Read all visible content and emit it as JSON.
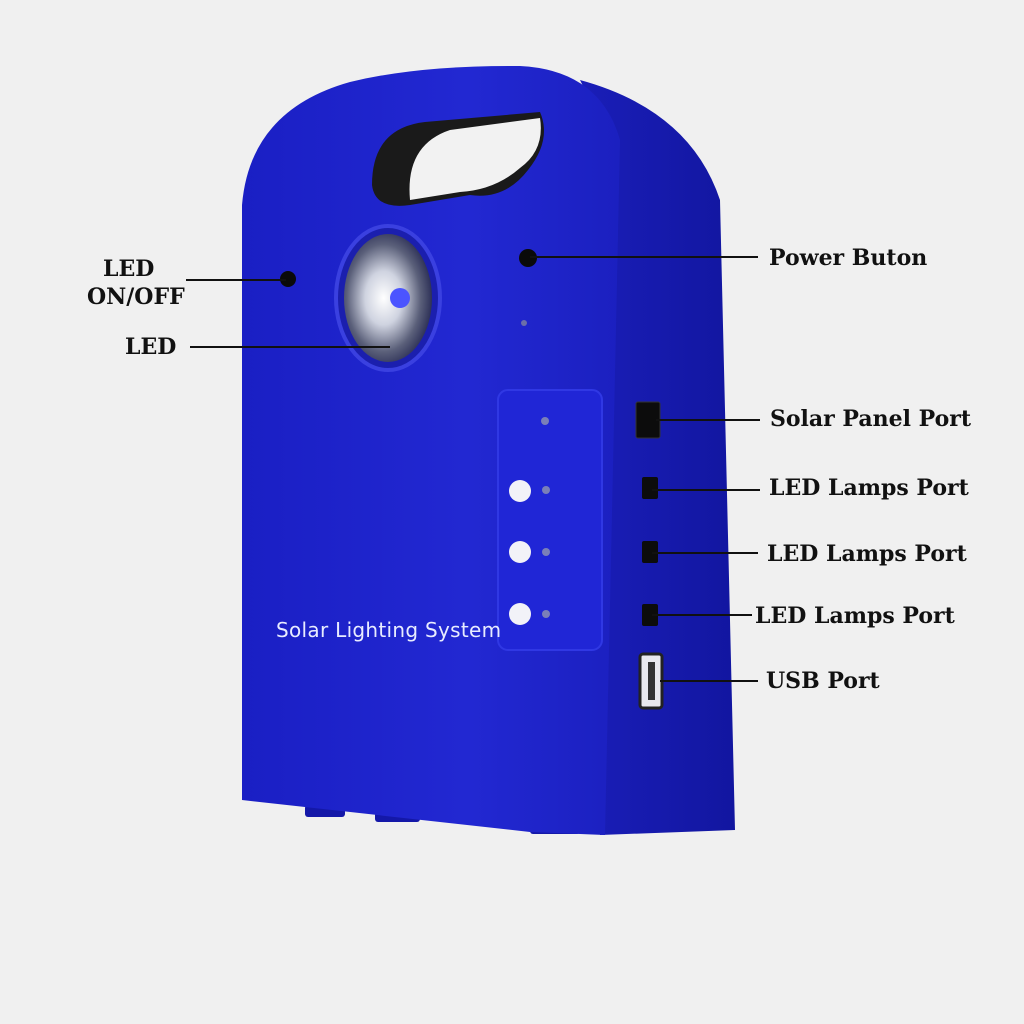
{
  "device": {
    "brand_text": "Solar Lighting System",
    "body_color": "#1e22c8",
    "side_color": "#1418a8"
  },
  "callouts": {
    "led_on_off": {
      "line1": "LED",
      "line2": "ON/OFF"
    },
    "led": "LED",
    "power_button": "Power Buton",
    "solar_panel_port": "Solar Panel Port",
    "led_lamps_port_1": "LED Lamps Port",
    "led_lamps_port_2": "LED Lamps Port",
    "led_lamps_port_3": "LED Lamps Port",
    "usb_port": "USB Port"
  }
}
